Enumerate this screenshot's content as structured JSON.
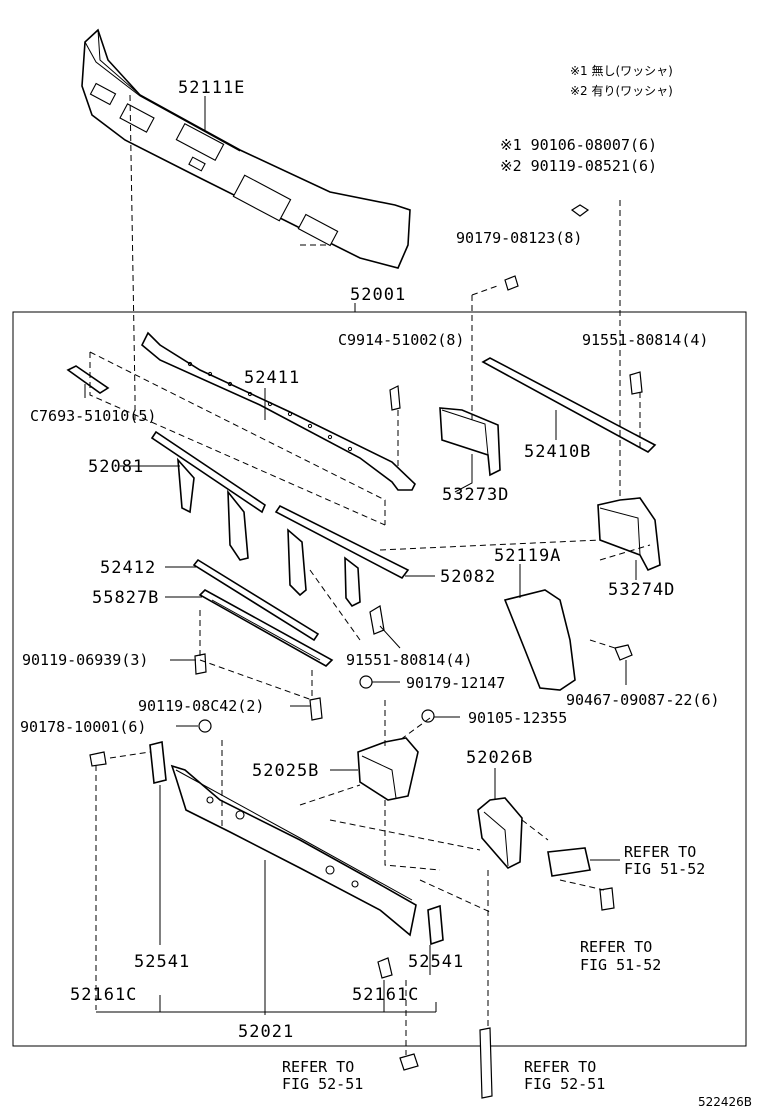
{
  "notes": [
    "※1 無し(ワッシャ)",
    "※2 有り(ワッシャ)"
  ],
  "labels": {
    "p52111E": "52111E",
    "p90106": "※1 90106-08007(6)",
    "p90119a": "※2 90119-08521(6)",
    "p90179a": "90179-08123(8)",
    "p52001": "52001",
    "pC9914": "C9914-51002(8)",
    "p91551a": "91551-80814(4)",
    "p52411": "52411",
    "pC7693": "C7693-51010(5)",
    "p52410B": "52410B",
    "p52081": "52081",
    "p53273D": "53273D",
    "p52119A": "52119A",
    "p52412": "52412",
    "p52082": "52082",
    "p53274D": "53274D",
    "p55827B": "55827B",
    "p90119b": "90119-06939(3)",
    "p91551b": "91551-80814(4)",
    "p90179b": "90179-12147",
    "p90467": "90467-09087-22(6)",
    "p90119c": "90119-08C42(2)",
    "p90105": "90105-12355",
    "p90178": "90178-10001(6)",
    "p52026B": "52026B",
    "p52025B": "52025B",
    "p52541a": "52541",
    "p52541b": "52541",
    "p52161Ca": "52161C",
    "p52161Cb": "52161C",
    "p52021": "52021"
  },
  "refers": {
    "r1_a": "REFER TO",
    "r1_b": "FIG 51-52",
    "r2_a": "REFER TO",
    "r2_b": "FIG 51-52",
    "r3_a": "REFER TO",
    "r3_b": "FIG 52-51",
    "r4_a": "REFER TO",
    "r4_b": "FIG 52-51"
  },
  "figure_id": "522426B"
}
